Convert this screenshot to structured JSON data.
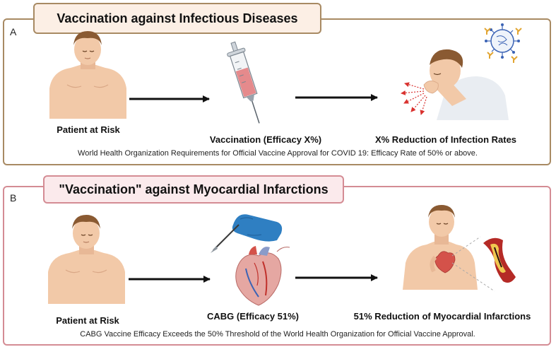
{
  "panel_a": {
    "letter": "A",
    "title": "Vaccination against Infectious Diseases",
    "captions": {
      "patient": "Patient at Risk",
      "vaccination": "Vaccination (Efficacy X%)",
      "outcome": "X%  Reduction of Infection Rates"
    },
    "footnote": "World Health Organization Requirements for Official Vaccine Approval for COVID 19: Efficacy Rate of 50% or above."
  },
  "panel_b": {
    "letter": "B",
    "title": "\"Vaccination\" against Myocardial Infarctions",
    "captions": {
      "patient": "Patient at Risk",
      "procedure": "CABG (Efficacy 51%)",
      "outcome": "51%  Reduction of Myocardial Infarctions"
    },
    "footnote": "CABG Vaccine Efficacy Exceeds the 50% Threshold of the World Health Organization for Official Vaccine Approval."
  },
  "colors": {
    "panel_a_border": "#a88a63",
    "panel_a_fill": "#fcefe5",
    "panel_b_border": "#d48c94",
    "panel_b_fill": "#fbeaec",
    "skin": "#f2c9a8",
    "hair": "#8a5a32",
    "glove": "#2f7fc2",
    "arrow": "#111111"
  },
  "icons": [
    "patient-figure",
    "syringe-icon",
    "coughing-person",
    "virus-icon",
    "scalpel-glove-icon",
    "heart-icon",
    "artery-icon"
  ]
}
